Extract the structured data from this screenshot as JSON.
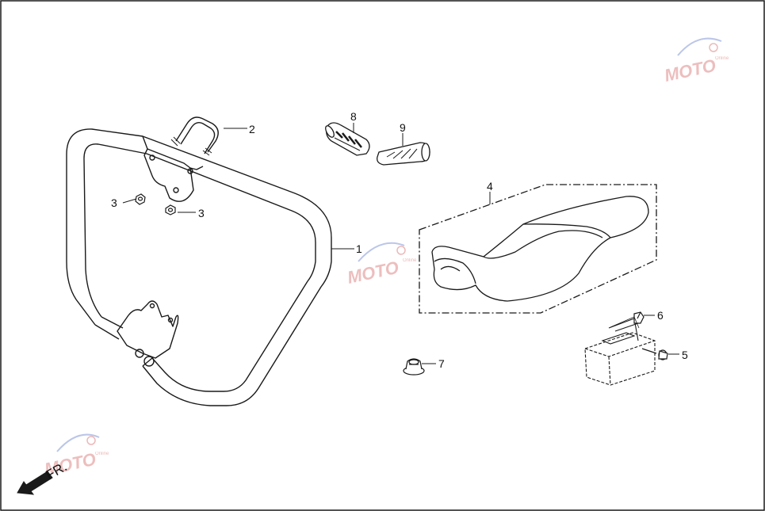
{
  "callouts": [
    {
      "id": "crash-bar",
      "label": "1"
    },
    {
      "id": "u-bolt",
      "label": "2"
    },
    {
      "id": "nut-a",
      "label": "3"
    },
    {
      "id": "nut-b",
      "label": "3"
    },
    {
      "id": "seat",
      "label": "4"
    },
    {
      "id": "battery-bolt",
      "label": "5"
    },
    {
      "id": "battery-nut",
      "label": "6"
    },
    {
      "id": "grommet",
      "label": "7"
    },
    {
      "id": "grip-left",
      "label": "8"
    },
    {
      "id": "grip-right",
      "label": "9"
    }
  ],
  "direction_label": "FR.",
  "watermark": {
    "logo_text": "MOTO",
    "small_text": "Online"
  },
  "colors": {
    "line": "#1a1a1a",
    "watermark": "#e08a8a",
    "watermark_swoosh": "#8ea0d8"
  }
}
